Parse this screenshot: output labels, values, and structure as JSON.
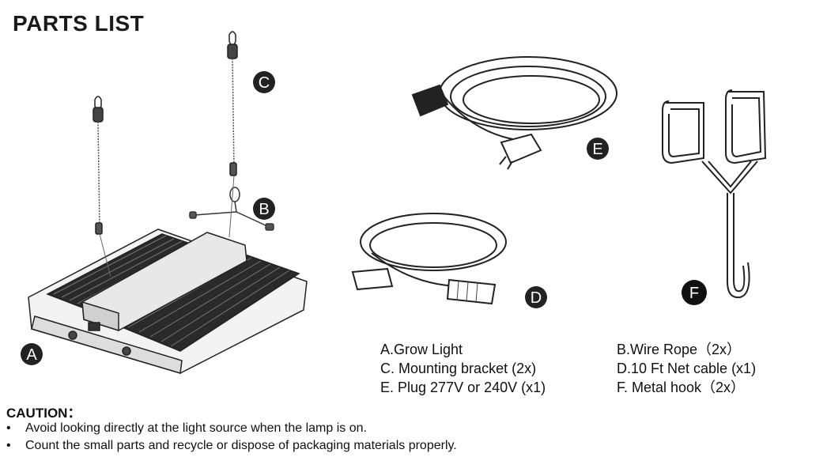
{
  "header": {
    "title": "PARTS LIST"
  },
  "badges": {
    "a": "A",
    "b": "B",
    "c": "C",
    "d": "D",
    "e": "E",
    "f": "F"
  },
  "legend": {
    "col1": [
      "A.Grow Light",
      "C. Mounting bracket (2x)",
      "E. Plug 277V or 240V (x1)"
    ],
    "col2": [
      "B.Wire Rope（2x）",
      "D.10 Ft Net cable (x1)",
      "F. Metal hook（2x）"
    ]
  },
  "caution": {
    "title": "CAUTION：",
    "items": [
      "Avoid looking directly at the light source when the lamp is on.",
      "Count the small parts and recycle or dispose of packaging materials properly."
    ]
  }
}
